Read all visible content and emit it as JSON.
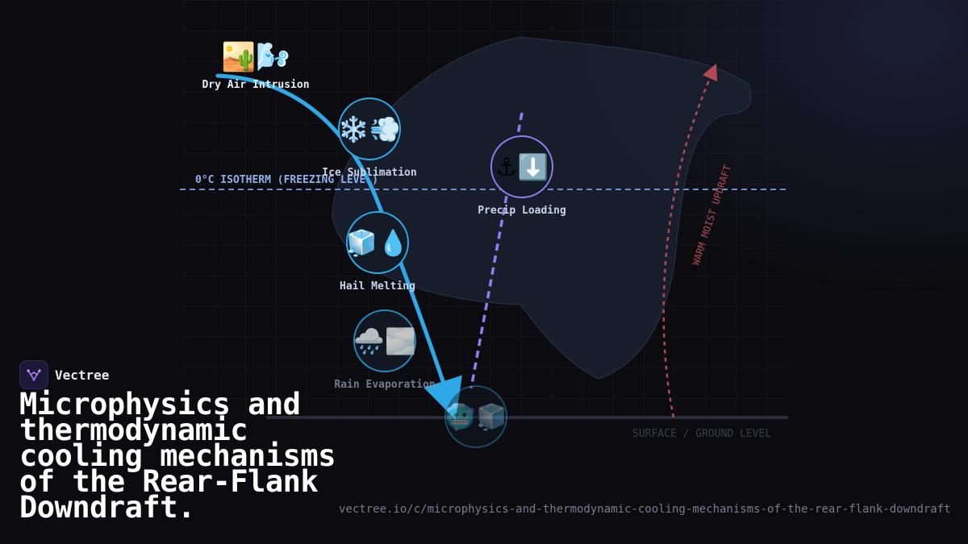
{
  "title": "Microphysics and thermodynamic cooling mechanisms of the Rear-Flank Downdraft.",
  "brand": {
    "name": "Vectree",
    "icon": "vectree-logo-icon",
    "accent": "#a56cf0"
  },
  "url": "vectree.io/c/microphysics-and-thermodynamic-cooling-mechanisms-of-the-rear-flank-downdraft",
  "diagram": {
    "isotherm_label": "0°C ISOTHERM (FREEZING LEVEL)",
    "surface_label": "SURFACE / GROUND LEVEL",
    "updraft_label": "WARM MOIST UPDRAFT",
    "nodes": [
      {
        "id": "dry-air",
        "label": "Dry Air Intrusion",
        "glyphs": "🏜️🌬️",
        "icon": "desert-wind-icon"
      },
      {
        "id": "ice-sublimation",
        "label": "Ice Sublimation",
        "glyphs": "❄️💨",
        "icon": "snowflake-wind-icon"
      },
      {
        "id": "precip-loading",
        "label": "Precip Loading",
        "glyphs": "⚓⬇️",
        "icon": "anchor-down-icon"
      },
      {
        "id": "hail-melting",
        "label": "Hail Melting",
        "glyphs": "🧊💧",
        "icon": "ice-drop-icon"
      },
      {
        "id": "rain-evaporation",
        "label": "Rain Evaporation",
        "glyphs": "🌧️🌫️",
        "icon": "rain-fog-icon"
      },
      {
        "id": "cold-pool",
        "label": "",
        "glyphs": "🥶🧊",
        "icon": "cold-face-ice-icon"
      }
    ],
    "colors": {
      "flow": "#2ea8e6",
      "loading": "#8a7ef0",
      "updraft": "#b04a55",
      "isotherm": "#6f8fd0",
      "cloud": "#1a2130",
      "node_ring": "#2ea8e6"
    }
  }
}
